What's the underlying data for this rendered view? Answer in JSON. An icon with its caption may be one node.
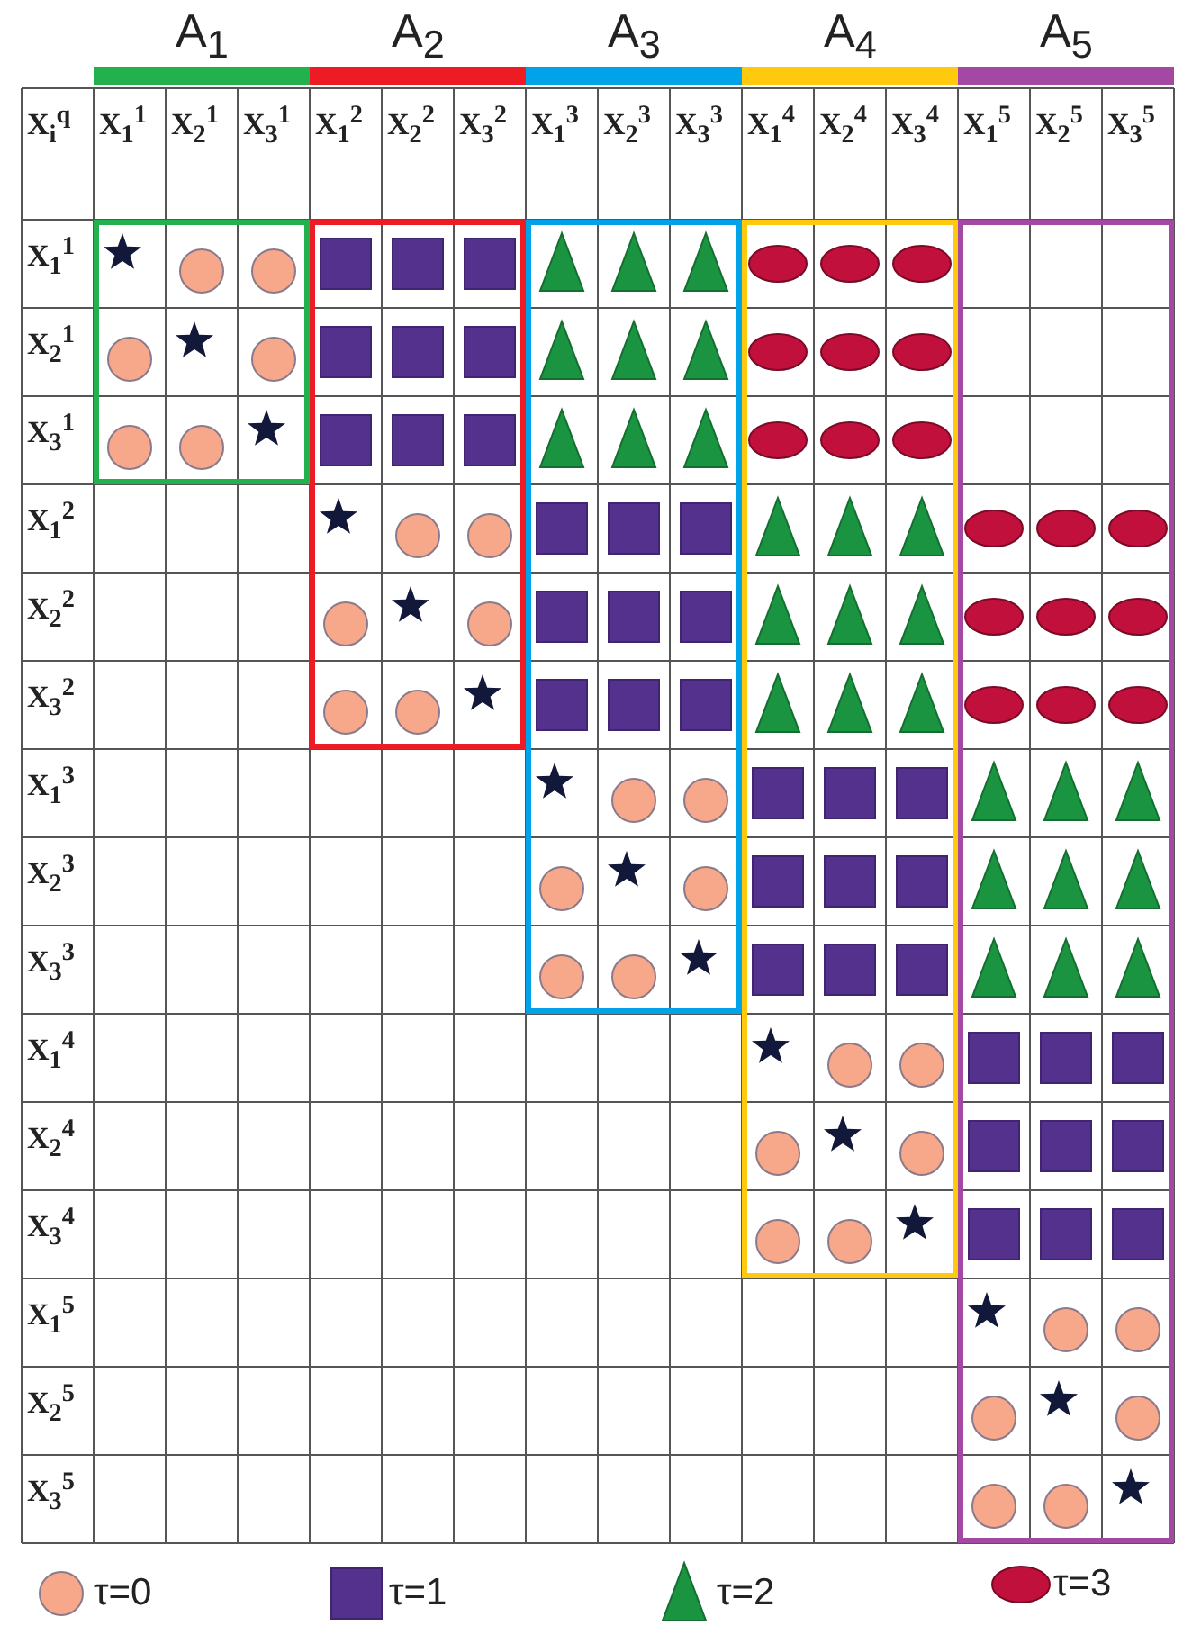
{
  "diagram": {
    "labels": [
      "A$_{1}$",
      "A$_{2}$",
      "A$_{3}$",
      "A$_{4}$",
      "A$_{5}$",
      "X$_{i}$$^{q}$",
      "X$_{1}$$^{1}$",
      "X$_{2}$$^{1}$",
      "X$_{3}$$^{1}$",
      "X$_{1}$$^{2}$",
      "X$_{2}$$^{2}$",
      "X$_{3}$$^{2}$",
      "X$_{1}$$^{3}$",
      "X$_{2}$$^{3}$",
      "X$_{3}$$^{3}$",
      "X$_{1}$$^{4}$",
      "X$_{2}$$^{4}$",
      "X$_{3}$$^{4}$",
      "X$_{1}$$^{5}$",
      "X$_{2}$$^{5}$",
      "X$_{3}$$^{5}$",
      "X$_{1}$$^{1}$",
      "X$_{2}$$^{1}$",
      "X$_{3}$$^{1}$",
      "X$_{1}$$^{2}$",
      "X$_{2}$$^{2}$",
      "X$_{3}$$^{2}$",
      "X$_{1}$$^{3}$",
      "X$_{2}$$^{3}$",
      "X$_{3}$$^{3}$",
      "X$_{1}$$^{4}$",
      "X$_{2}$$^{4}$",
      "X$_{3}$$^{4}$",
      "X$_{1}$$^{5}$",
      "X$_{2}$$^{5}$",
      "X$_{3}$$^{5}$"
    ],
    "legend": [
      {
        "text": "τ=0"
      },
      {
        "text": "τ=1"
      },
      {
        "text": "τ=2"
      },
      {
        "text": "τ=3"
      }
    ]
  }
}
